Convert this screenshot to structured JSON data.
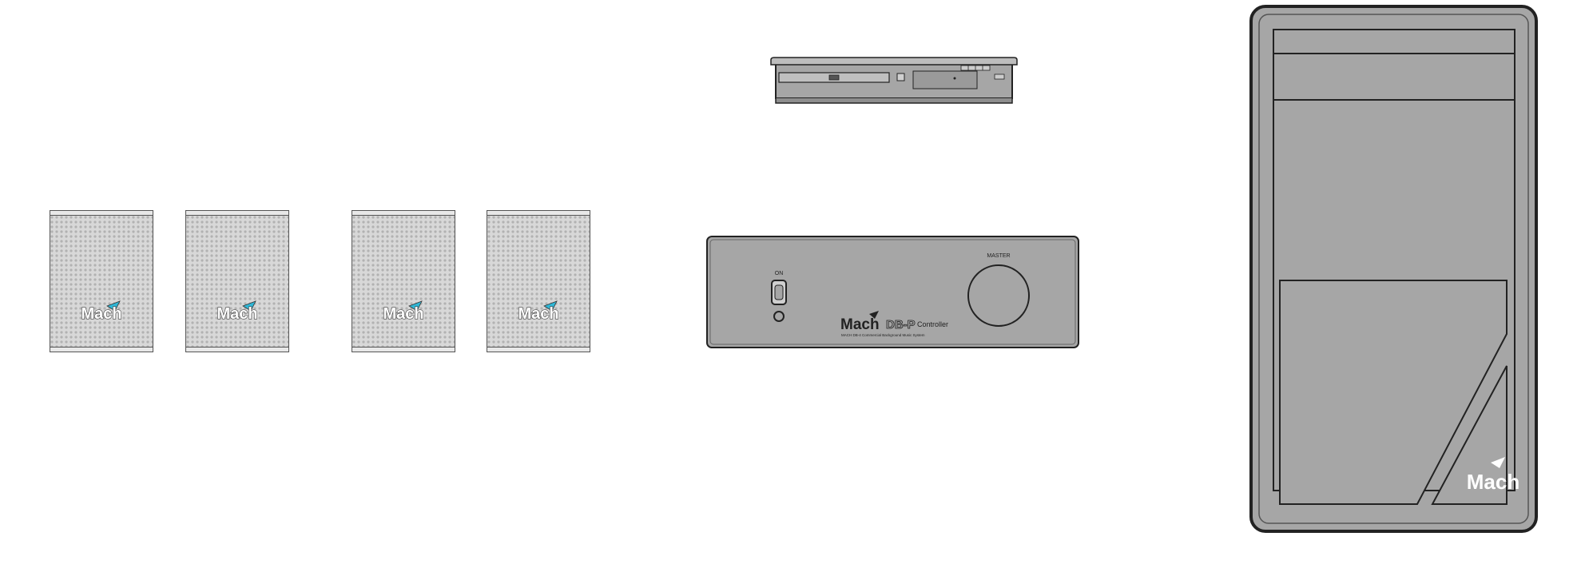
{
  "speakers": [
    {
      "brand": "Mach"
    },
    {
      "brand": "Mach"
    },
    {
      "brand": "Mach"
    },
    {
      "brand": "Mach"
    }
  ],
  "controller": {
    "power_label": "ON",
    "master_label": "MASTER",
    "brand": "Mach",
    "model": "DB-P",
    "model_suffix": "Controller",
    "subtitle": "MACH DB-4 Commercial Background Music System"
  },
  "tower": {
    "brand": "Mach"
  },
  "colors": {
    "device_gray": "#a6a6a6",
    "outline": "#333333",
    "accent_cyan": "#2fb7d6",
    "background": "#ffffff"
  }
}
